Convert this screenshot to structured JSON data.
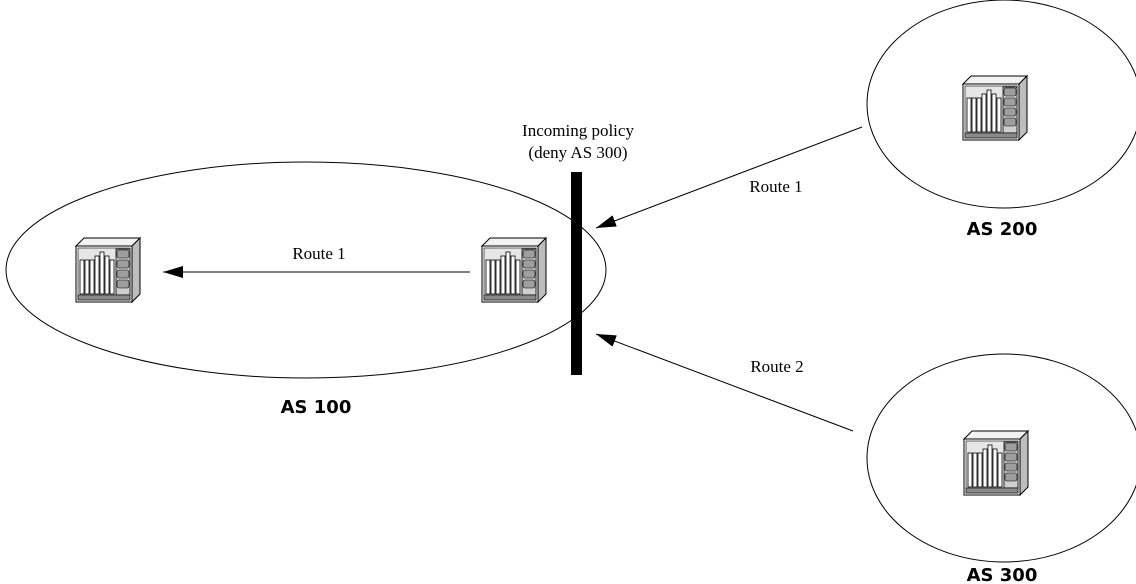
{
  "policy": {
    "line1": "Incoming policy",
    "line2": "(deny AS 300)"
  },
  "domains": [
    {
      "id": "as100",
      "label": "AS 100"
    },
    {
      "id": "as200",
      "label": "AS 200"
    },
    {
      "id": "as300",
      "label": "AS 300"
    }
  ],
  "routes": {
    "internal": "Route 1",
    "from_as200": "Route 1",
    "from_as300": "Route 2"
  },
  "icons": [
    "router-icon"
  ],
  "colors": {
    "ink": "#000000",
    "router_body": "#d9d9d9",
    "router_port": "#b3b3b3"
  }
}
